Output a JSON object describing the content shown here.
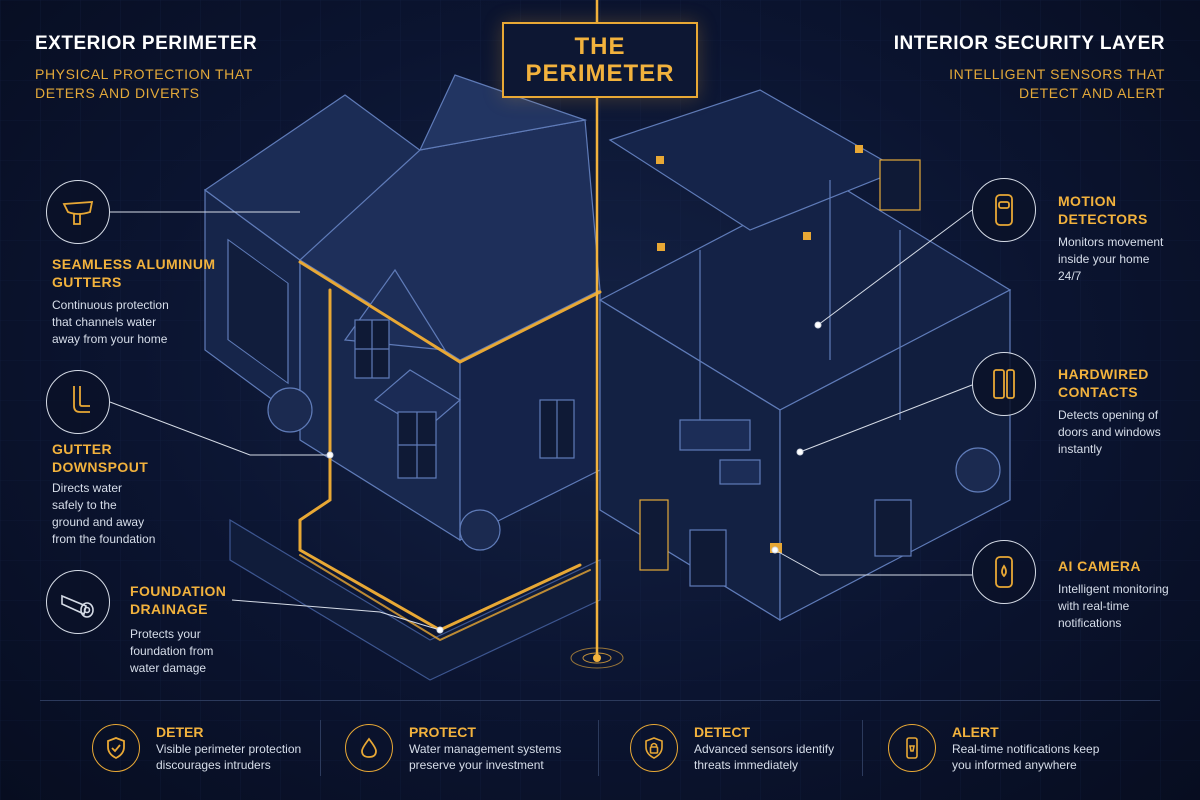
{
  "title": {
    "line1": "THE",
    "line2": "PERIMETER"
  },
  "left_header": {
    "heading": "EXTERIOR PERIMETER",
    "sub_line1": "PHYSICAL PROTECTION THAT",
    "sub_line2": "DETERS AND DIVERTS"
  },
  "right_header": {
    "heading": "INTERIOR SECURITY LAYER",
    "sub_line1": "INTELLIGENT SENSORS THAT",
    "sub_line2": "DETECT AND ALERT"
  },
  "left_features": [
    {
      "icon": "gutter-icon",
      "title_line1": "SEAMLESS ALUMINUM",
      "title_line2": "GUTTERS",
      "desc_lines": [
        "Continuous protection",
        "that channels water",
        "away from your home"
      ]
    },
    {
      "icon": "downspout-icon",
      "title_line1": "GUTTER",
      "title_line2": "DOWNSPOUT",
      "desc_lines": [
        "Directs water",
        "safely to the",
        "ground and away",
        "from the foundation"
      ]
    },
    {
      "icon": "drain-pipe-icon",
      "title_line1": "FOUNDATION",
      "title_line2": "DRAINAGE",
      "desc_lines": [
        "Protects your",
        "foundation from",
        "water damage"
      ]
    }
  ],
  "right_features": [
    {
      "icon": "motion-sensor-icon",
      "title_line1": "MOTION",
      "title_line2": "DETECTORS",
      "desc_lines": [
        "Monitors movement",
        "inside your home",
        "24/7"
      ]
    },
    {
      "icon": "contact-sensor-icon",
      "title_line1": "HARDWIRED",
      "title_line2": "CONTACTS",
      "desc_lines": [
        "Detects opening of",
        "doors and windows",
        "instantly"
      ]
    },
    {
      "icon": "camera-icon",
      "title_line1": "AI CAMERA",
      "title_line2": "",
      "desc_lines": [
        "Intelligent monitoring",
        "with real-time",
        "notifications"
      ]
    }
  ],
  "bottom": [
    {
      "icon": "shield-check-icon",
      "title": "DETER",
      "line1": "Visible perimeter protection",
      "line2": "discourages intruders"
    },
    {
      "icon": "water-drop-icon",
      "title": "PROTECT",
      "line1": "Water management systems",
      "line2": "preserve your investment"
    },
    {
      "icon": "lock-shield-icon",
      "title": "DETECT",
      "line1": "Advanced sensors identify",
      "line2": "threats immediately"
    },
    {
      "icon": "phone-alert-icon",
      "title": "ALERT",
      "line1": "Real-time notifications keep",
      "line2": "you informed anywhere"
    }
  ],
  "colors": {
    "accent": "#f2b23d",
    "background": "#0b1430",
    "blueprint_line": "#5f7bb8"
  }
}
